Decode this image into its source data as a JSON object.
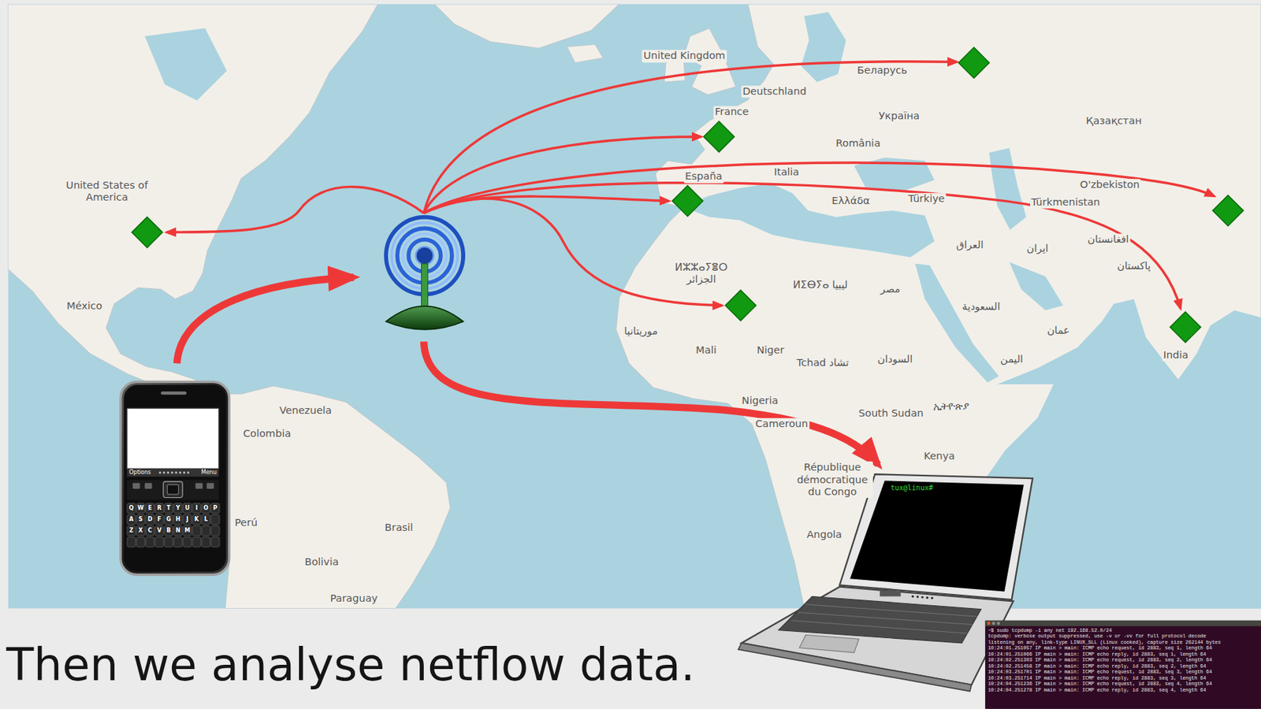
{
  "diagram": {
    "caption": "Then we analyse netflow data.",
    "nodes": [
      {
        "text": [
          "Options",
          "Menu"
        ]
      },
      {
        "text": [
          "tux@linux#"
        ]
      },
      {
        "text": [
          "~$ sudo tcpdump -i any net 192.168.52.0/24",
          "tcpdump: verbose output suppressed, use -v or -vv for full protocol decode",
          "listening on any, link-type LINUX_SLL (Linux cooked), capture size 262144 bytes",
          "10:24:01.251057 IP main > main: ICMP echo request, id 2883, seq 1, length 64",
          "10:24:01.251066 IP main > main: ICMP echo reply, id 2883, seq 1, length 64",
          "10:24:02.251303 IP main > main: ICMP echo request, id 2883, seq 2, length 64",
          "10:24:02.251458 IP main > main: ICMP echo reply, id 2883, seq 2, length 64",
          "10:24:03.251701 IP main > main: ICMP echo request, id 2883, seq 3, length 64",
          "10:24:03.251714 IP main > main: ICMP echo reply, id 2883, seq 3, length 64",
          "10:24:04.251236 IP main > main: ICMP echo request, id 2883, seq 4, length 64",
          "10:24:04.251278 IP main > main: ICMP echo reply, id 2883, seq 4, length 64"
        ]
      }
    ],
    "labels": [
      "United Kingdom",
      "Беларусь",
      "Deutschland",
      "Україна",
      "Қазақстан",
      "France",
      "România",
      "Italia",
      "España",
      "O'zbekiston",
      "Türkiye",
      "Türkmenistan",
      "Ελλάδα",
      "United States of America",
      "México",
      "العراق",
      "ایران",
      "افغانستان",
      "پاکستان",
      "ⵍⵣⵣⴰⵢⴻⵔ الجزائر",
      "ⵍⵉⴱⵢⴰ ليبيا",
      "مصر",
      "السعودية",
      "عمان",
      "India",
      "موريتانيا",
      "Mali",
      "Niger",
      "Tchad تشاد",
      "السودان",
      "اليمن",
      "Nigeria",
      "ኢትዮጵያ",
      "South Sudan",
      "Cameroun",
      "Kenya",
      "République démocratique du Congo",
      "Angola",
      "Venezuela",
      "Colombia",
      "Perú",
      "Brasil",
      "Bolivia",
      "Paraguay",
      "Q",
      "W",
      "E",
      "R",
      "T",
      "Y",
      "U",
      "I",
      "O",
      "P",
      "A",
      "S",
      "D",
      "F",
      "G",
      "H",
      "J",
      "K",
      "L",
      "Z",
      "X",
      "C",
      "V",
      "B",
      "N",
      "M"
    ]
  }
}
